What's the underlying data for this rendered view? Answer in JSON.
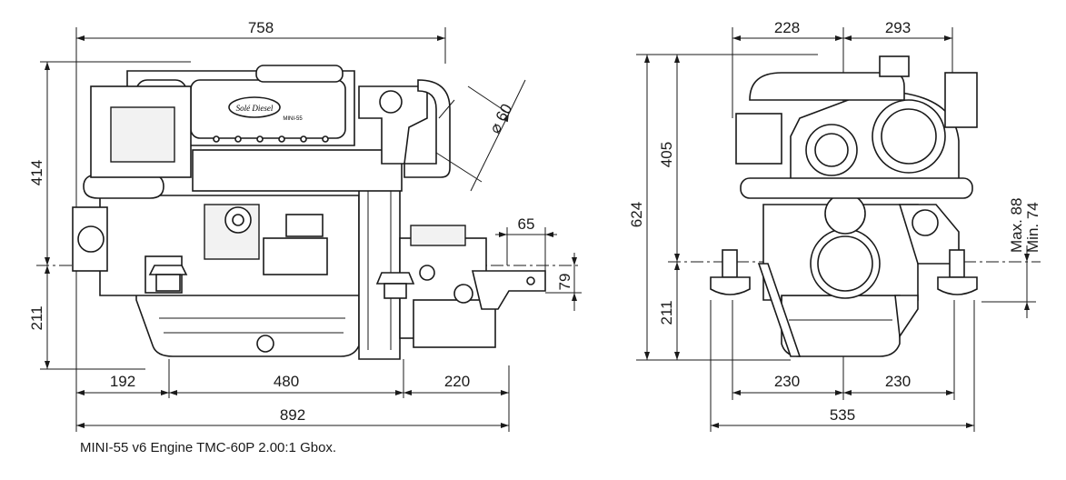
{
  "caption": "MINI-55 v6 Engine TMC-60P 2.00:1 Gbox.",
  "side_view": {
    "logo_text": "Solé Diesel",
    "model_plate": "MINI-55",
    "dims": {
      "overall_length_top": "758",
      "height_above_axis": "414",
      "height_below_axis": "211",
      "diameter_exhaust": "⌀ 60",
      "exhaust_offset": "65",
      "bracket_height": "79",
      "rear_overhang": "192",
      "engine_mount_span": "480",
      "gearbox_overhang": "220",
      "overall_length": "892"
    }
  },
  "front_view": {
    "dims": {
      "width_left_top": "228",
      "width_right_top": "293",
      "height_above_axis": "405",
      "total_height": "624",
      "height_below_axis": "211",
      "max_adjust": "Max. 88",
      "min_adjust": "Min. 74",
      "mount_left": "230",
      "mount_right": "230",
      "overall_width": "535"
    }
  }
}
